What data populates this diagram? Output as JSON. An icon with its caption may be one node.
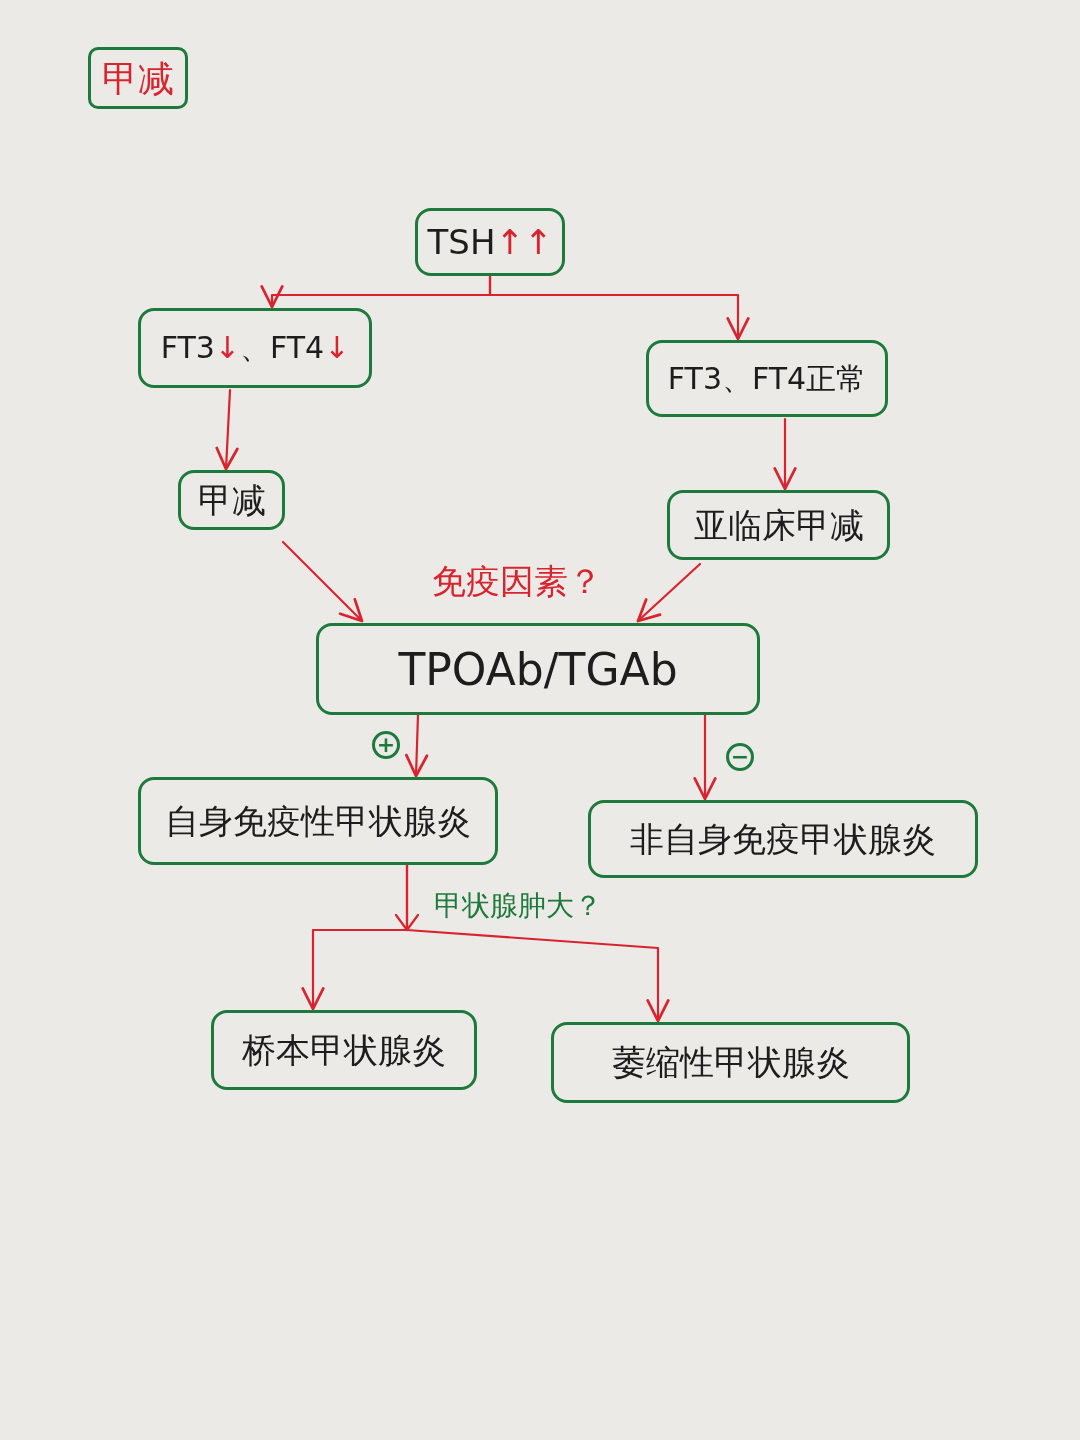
{
  "diagram": {
    "nodes": [
      {
        "text": [
          "甲减"
        ]
      },
      {
        "text": [
          "TSH↑↑"
        ]
      },
      {
        "text": [
          "FT3↓、FT4↓"
        ]
      },
      {
        "text": [
          "FT3、FT4正常"
        ]
      },
      {
        "text": [
          "甲减"
        ]
      },
      {
        "text": [
          "亚临床甲减"
        ]
      },
      {
        "text": [
          "TPOAb/TGAb"
        ],
        "beside": [
          "免疫因素？"
        ]
      },
      {
        "text": [
          "自身免疫性甲状腺炎"
        ]
      },
      {
        "text": [
          "非自身免疫甲状腺炎"
        ]
      },
      {
        "text": [
          "桥本甲状腺炎"
        ]
      },
      {
        "text": [
          "萎缩性甲状腺炎"
        ]
      }
    ],
    "edges": [
      {
        "from": 1,
        "to": 2,
        "arrow": "to"
      },
      {
        "from": 1,
        "to": 3,
        "arrow": "to"
      },
      {
        "from": 2,
        "to": 4,
        "arrow": "to"
      },
      {
        "from": 3,
        "to": 5,
        "arrow": "to"
      },
      {
        "from": 4,
        "to": 6,
        "arrow": "to"
      },
      {
        "from": 5,
        "to": 6,
        "arrow": "to"
      },
      {
        "from": 6,
        "to": 7,
        "arrow": "to",
        "label": "+"
      },
      {
        "from": 6,
        "to": 8,
        "arrow": "to",
        "label": "−"
      },
      {
        "from": 7,
        "to": 9,
        "arrow": "to",
        "label": "甲状腺肿大？"
      },
      {
        "from": 7,
        "to": 10,
        "arrow": "to"
      }
    ]
  }
}
